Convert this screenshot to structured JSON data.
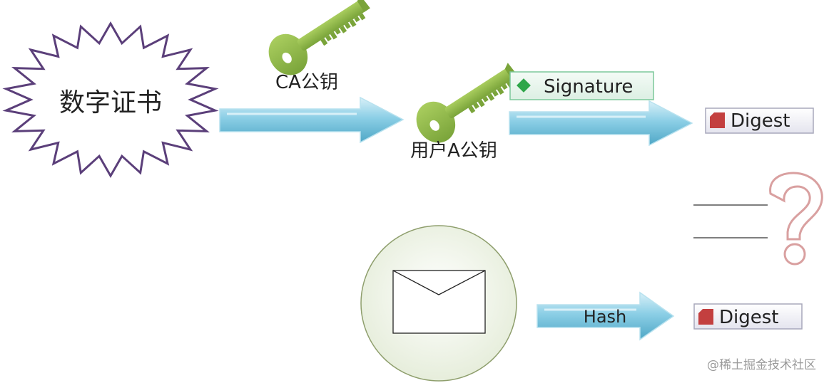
{
  "certificate": {
    "label": "数字证书"
  },
  "ca_key": {
    "label": "CA公钥"
  },
  "user_key": {
    "label": "用户A公钥"
  },
  "signature": {
    "label": "Signature"
  },
  "digest_top": {
    "label": "Digest"
  },
  "hash": {
    "label": "Hash"
  },
  "digest_bottom": {
    "label": "Digest"
  },
  "watermark": {
    "text": "@稀土掘金技术社区"
  },
  "colors": {
    "key_green": "#8db44a",
    "arrow_blue": "#5aafcc",
    "star_outline": "#5b3f7a",
    "signature_green": "#2fa64a",
    "digest_red": "#c33f3f",
    "question_red": "#d9a0a0"
  }
}
